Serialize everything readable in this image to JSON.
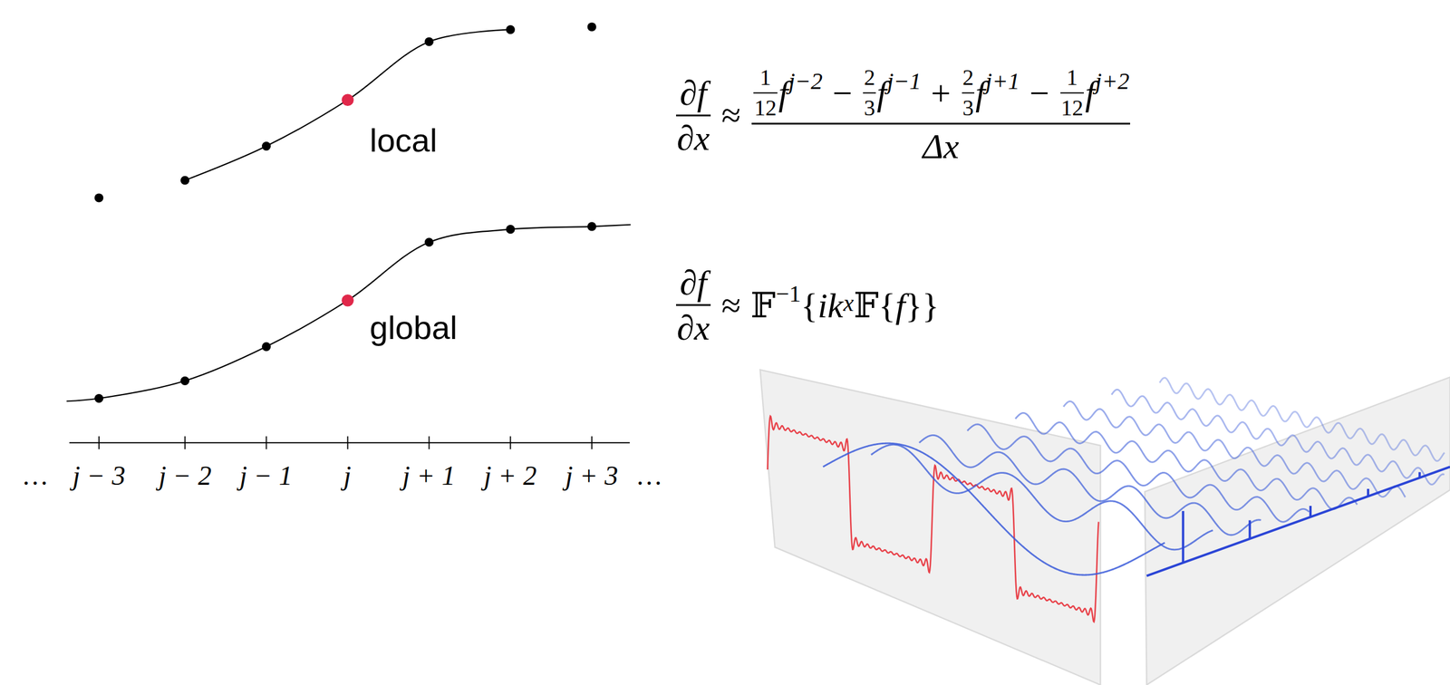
{
  "diagram": {
    "labels": [
      "local",
      "global",
      "…",
      "j − 3",
      "j − 2",
      "j − 1",
      "j",
      "j + 1",
      "j + 2",
      "j + 3",
      "…",
      "∂f",
      "∂x",
      "≈",
      "1",
      "12",
      "f",
      "j−2",
      "−",
      "2",
      "3",
      "f",
      "j−1",
      "+",
      "2",
      "3",
      "f",
      "j+1",
      "−",
      "1",
      "12",
      "f",
      "j+2",
      "Δx",
      "∂f",
      "∂x",
      "≈",
      "𝔽",
      "−1",
      "{",
      "ik",
      "x",
      "𝔽",
      "{",
      "f",
      "}}"
    ]
  }
}
